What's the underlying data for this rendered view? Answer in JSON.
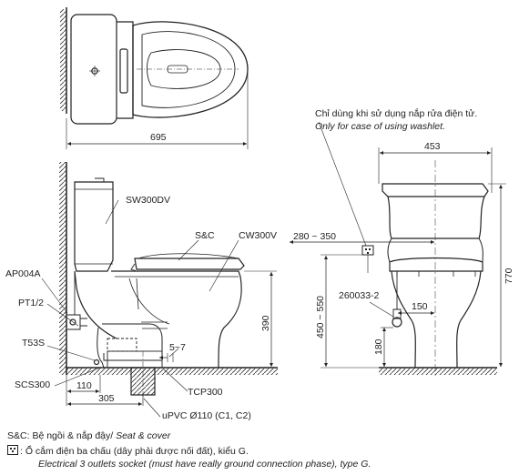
{
  "top_view": {
    "width_dim": "695"
  },
  "side_view": {
    "labels": {
      "tank": "SW300DV",
      "seat": "S&C",
      "bowl": "CW300V",
      "angle_valve": "AP004A",
      "supply_pipe": "PT1/2",
      "bolt": "T53S",
      "flange": "SCS300",
      "trap": "TCP300",
      "outlet": "uPVC Ø110 (C1, C2)",
      "gap": "5~7"
    },
    "dims": {
      "height_390": "390",
      "dist_110": "110",
      "dist_305": "305"
    }
  },
  "front_view": {
    "note_vi": "Chỉ dùng khi sử dụng nắp rửa điện tử.",
    "note_en": "Only for case of using washlet.",
    "dims": {
      "width_453": "453",
      "socket_offset": "280 ~ 350",
      "height_770": "770",
      "socket_height": "450 ~ 550",
      "valve_offset": "150",
      "valve_height": "180"
    },
    "labels": {
      "valve": "260033-2"
    }
  },
  "legend": {
    "sc_abbr": "S&C:",
    "sc_vi": "Bệ ngồi & nắp đậy/",
    "sc_en": "Seat & cover",
    "socket_icon": "socket-icon",
    "socket_vi": ": Ổ cắm điện ba chấu (dây phải được nối đất), kiểu G.",
    "socket_en": "Electrical 3 outlets socket (must have really ground connection phase), type G."
  }
}
